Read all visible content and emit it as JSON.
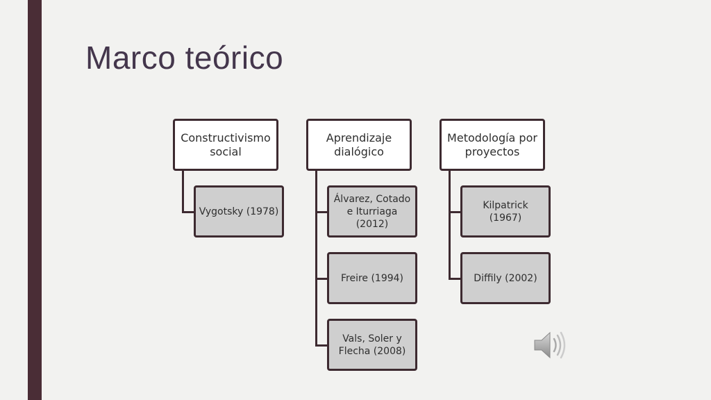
{
  "slide": {
    "title": "Marco teórico"
  },
  "columns": [
    {
      "heading": "Constructivismo social",
      "items": [
        "Vygotsky (1978)"
      ]
    },
    {
      "heading": "Aprendizaje dialógico",
      "items": [
        "Álvarez, Cotado e Iturriaga (2012)",
        "Freire (1994)",
        "Vals, Soler y Flecha (2008)"
      ]
    },
    {
      "heading": "Metodología por proyectos",
      "items": [
        "Kilpatrick (1967)",
        "Diffily (2002)"
      ]
    }
  ],
  "colors": {
    "accent_bar": "#4a2d36",
    "title": "#44364c",
    "connector": "#3d2a30",
    "child_fill": "#cfcfcf",
    "head_fill": "#ffffff"
  },
  "icons": {
    "audio": "speaker-icon"
  }
}
